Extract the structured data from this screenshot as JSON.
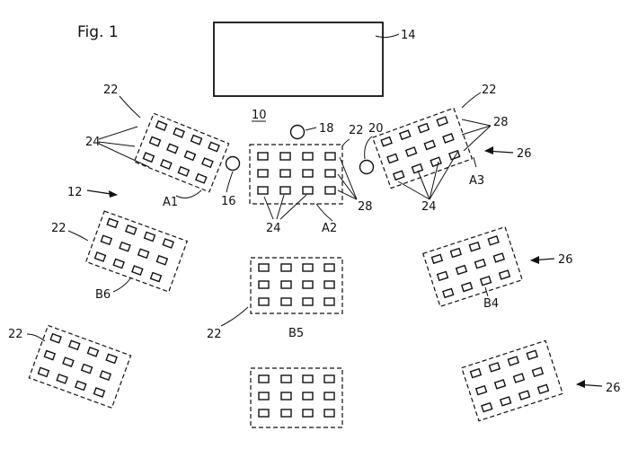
{
  "figure": {
    "title": "Fig. 1",
    "labels": {
      "room": "10",
      "overall": "12",
      "screen": "14",
      "left_camera": "16",
      "top_camera": "18",
      "right_camera": "20",
      "group": "22",
      "seat": "24",
      "arrow_ref": "26",
      "marker": "28"
    },
    "groups": {
      "A1": "A1",
      "A2": "A2",
      "A3": "A3",
      "B4": "B4",
      "B5": "B5",
      "B6": "B6"
    }
  },
  "colors": {
    "ink": "#111111",
    "background": "#ffffff"
  }
}
